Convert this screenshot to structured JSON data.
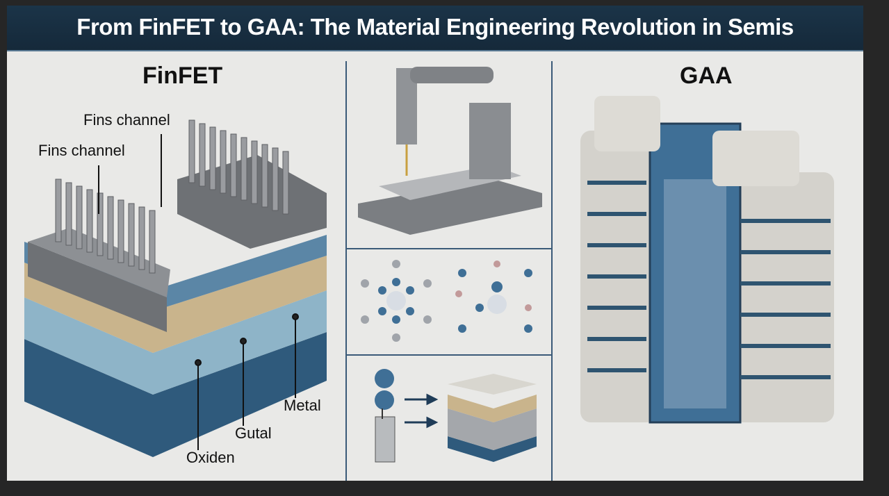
{
  "title": "From FinFET to GAA: The Material Engineering Revolution in Semis",
  "finfet": {
    "heading": "FinFET",
    "labels": [
      "Fins channel",
      "Fins channel",
      "Metal",
      "Gutal",
      "Oxiden"
    ]
  },
  "gaa": {
    "heading": "GAA"
  },
  "colors": {
    "title_bg": "#1b3448",
    "accent_blue": "#3f6f96",
    "panel_bg": "#e9e9e7"
  }
}
